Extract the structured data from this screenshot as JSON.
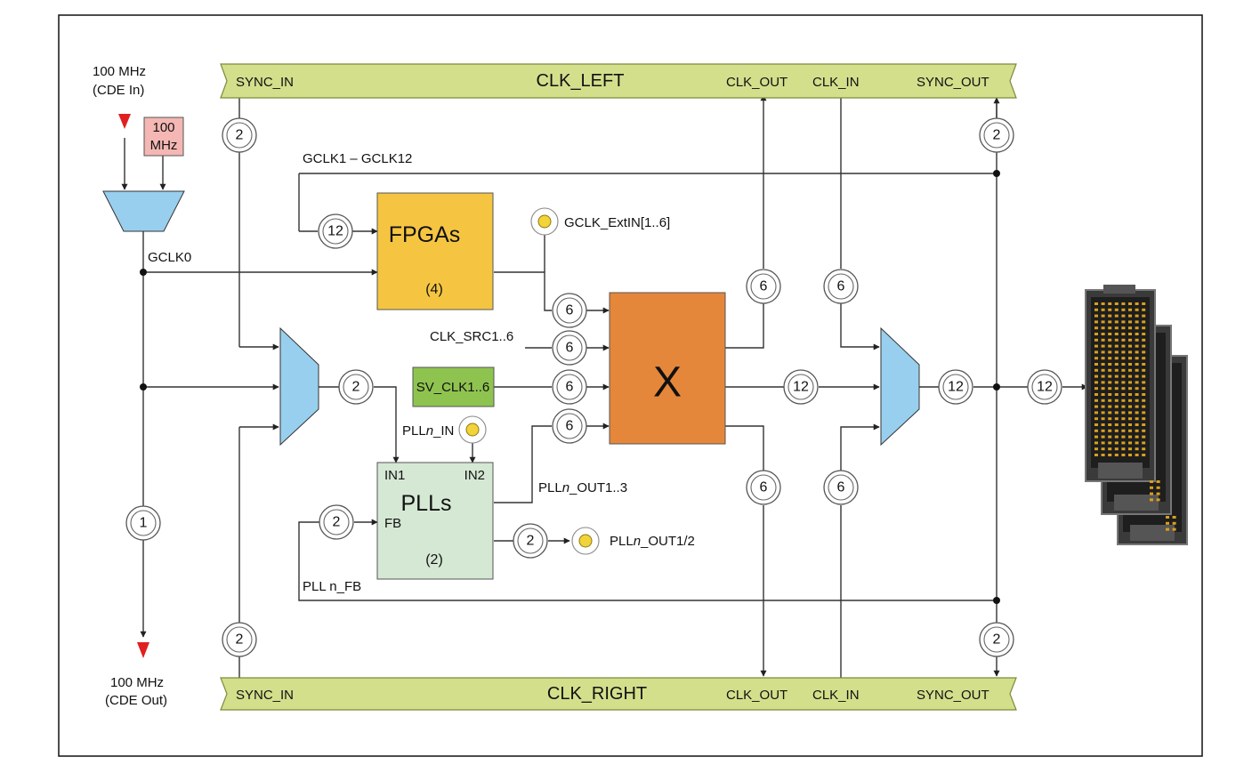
{
  "clock_source_in": {
    "freq": "100 MHz",
    "label": "(CDE   In)"
  },
  "clock_source_out": {
    "freq": "100 MHz",
    "label": "(CDE   Out)"
  },
  "oscillator": {
    "line1": "100",
    "line2": "MHz"
  },
  "bus_top": {
    "title": "CLK_LEFT",
    "sync_in": "SYNC_IN",
    "clk_out": "CLK_OUT",
    "clk_in": "CLK_IN",
    "sync_out": "SYNC_OUT"
  },
  "bus_bottom": {
    "title": "CLK_RIGHT",
    "sync_in": "SYNC_IN",
    "clk_out": "CLK_OUT",
    "clk_in": "CLK_IN",
    "sync_out": "SYNC_OUT"
  },
  "signals": {
    "gclk_bus": "GCLK1 – GCLK12",
    "gclk0": "GCLK0",
    "gclk_ext": "GCLK_ExtIN[1..6]",
    "clk_src": "CLK_SRC1..6",
    "pll_in_prefix": "PLL",
    "pll_in_var": "n",
    "pll_in_suffix": "_IN",
    "pll_out13_prefix": "PLL",
    "pll_out13_var": "n",
    "pll_out13_suffix": "_OUT1..3",
    "pll_out12_prefix": "PLL",
    "pll_out12_var": "n",
    "pll_out12_suffix": "_OUT1/2",
    "pll_fb": "PLL  n_FB"
  },
  "blocks": {
    "fpgas": {
      "title": "FPGAs",
      "count": "(4)"
    },
    "crossbar": {
      "title": "X"
    },
    "sv_clk": {
      "title": "SV_CLK1..6"
    },
    "plls": {
      "title": "PLLs",
      "count": "(2)",
      "in1": "IN1",
      "in2": "IN2",
      "fb": "FB"
    }
  },
  "bus_widths": {
    "sync_in_top": "2",
    "sync_out_top": "2",
    "sync_in_bottom": "2",
    "sync_out_bottom": "2",
    "gclk_fpga": "12",
    "cde_out": "1",
    "mux_left_out": "2",
    "xbar_in1": "6",
    "xbar_in2": "6",
    "xbar_in3": "6",
    "xbar_in4": "6",
    "xbar_out_top": "6",
    "clkin_top": "6",
    "xbar_out_bottom": "6",
    "clkin_bottom": "6",
    "xbar_out_mid": "12",
    "mux_right_out": "12",
    "connector": "12",
    "pll_fb": "2",
    "pll_out": "2"
  },
  "colors": {
    "bus_fill": "#d4df8c",
    "fpga_fill": "#f5c542",
    "crossbar_fill": "#e5873a",
    "pll_fill": "#d5e8d4",
    "sv_fill": "#8fc350",
    "mux_fill": "#99cfee",
    "osc_fill": "#f4b7b3",
    "arrow_red": "#e02020",
    "port_yellow": "#f2d33a"
  }
}
